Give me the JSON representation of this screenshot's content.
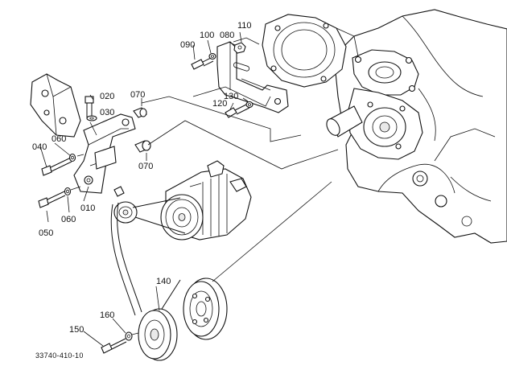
{
  "diagram": {
    "callouts": {
      "p010": "010",
      "p020": "020",
      "p030": "030",
      "p040": "040",
      "p050": "050",
      "p060a": "060",
      "p060b": "060",
      "p070a": "070",
      "p070b": "070",
      "p080": "080",
      "p090": "090",
      "p100": "100",
      "p110": "110",
      "p120": "120",
      "p130": "130",
      "p140": "140",
      "p150": "150",
      "p160": "160"
    },
    "figure_code": "33740-410-10"
  }
}
